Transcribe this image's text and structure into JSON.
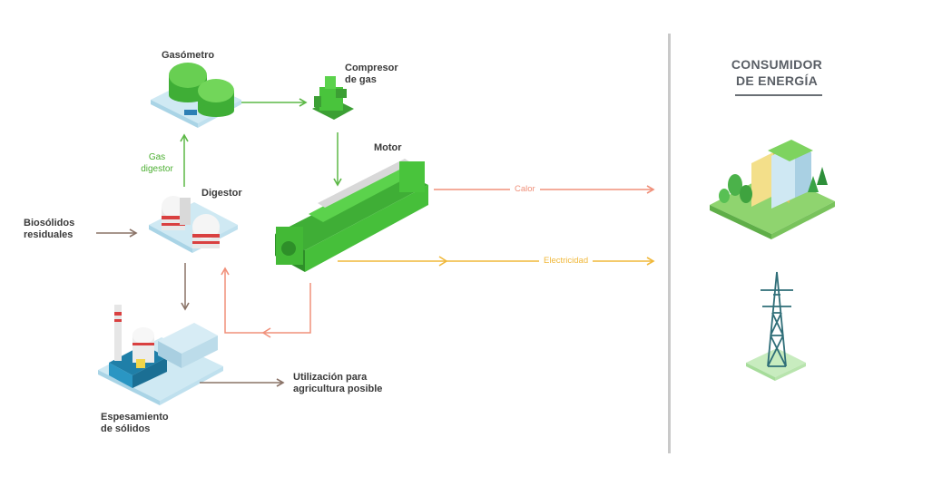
{
  "consumer": {
    "heading_line1": "CONSUMIDOR",
    "heading_line2": "DE ENERGÍA"
  },
  "nodes": {
    "gasometro": "Gasómetro",
    "compresor_line1": "Compresor",
    "compresor_line2": "de gas",
    "motor": "Motor",
    "digestor": "Digestor",
    "gas_digestor_line1": "Gas",
    "gas_digestor_line2": "digestor",
    "biosolidos_line1": "Biosólidos",
    "biosolidos_line2": "residuales",
    "espesamiento_line1": "Espesamiento",
    "espesamiento_line2": "de sólidos",
    "utilizacion_line1": "Utilización para",
    "utilizacion_line2": "agricultura posible"
  },
  "flows": {
    "calor": "Calor",
    "electricidad": "Electricidad"
  },
  "colors": {
    "green_flow": "#5cb846",
    "brown_flow": "#8a7367",
    "heat_flow": "#f0907a",
    "electric_flow": "#f0b83a",
    "divider": "#c9c9c9",
    "platform": "#cfe9f3",
    "equipment_green": "#49c43c",
    "building_yellow": "#f3df8a",
    "tower": "#2f6e78"
  }
}
